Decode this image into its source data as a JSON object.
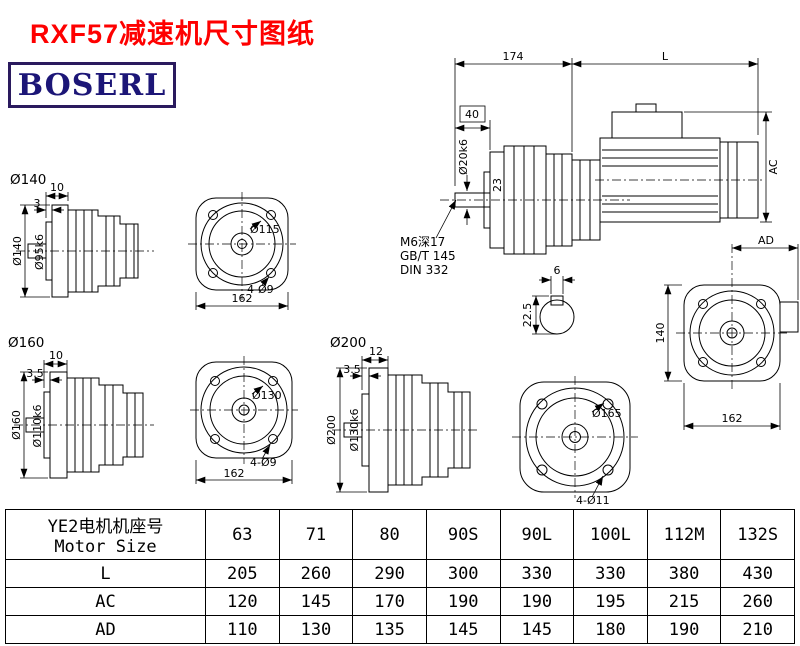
{
  "page": {
    "title": "RXF57减速机尺寸图纸",
    "logo_text": "BOSERL",
    "title_color": "#fe0000",
    "logo_color": "#1c1677"
  },
  "flange140": {
    "label": "Ø140",
    "flange_thickness": "10",
    "step": "3",
    "flange_dia": "Ø140",
    "spigot_dia": "Ø95k6",
    "bolt_circle_dia": "Ø115",
    "bolt_holes": "4-Ø9",
    "square_width": "162"
  },
  "flange160": {
    "label": "Ø160",
    "flange_thickness": "10",
    "step": "3.5",
    "flange_dia": "Ø160",
    "spigot_dia": "Ø110k6",
    "bolt_circle_dia": "Ø130",
    "bolt_holes": "4-Ø9",
    "square_width": "162"
  },
  "flange200": {
    "label": "Ø200",
    "flange_thickness": "12",
    "step": "3.5",
    "flange_dia": "Ø200",
    "spigot_dia": "Ø130k6",
    "bolt_circle_dia": "Ø165",
    "bolt_holes": "4-Ø11"
  },
  "main_view": {
    "motor_section": "174",
    "length": "L",
    "shaft_length": "40",
    "shaft_dia": "Ø20k6",
    "shoulder": "23",
    "motor_dia": "AC",
    "tap_line1": "M6深17",
    "tap_line2": "GB/T 145",
    "tap_line3": "DIN 332",
    "key_width": "6",
    "key_height": "22.5",
    "box_width": "AD",
    "body_height": "140",
    "body_width": "162"
  },
  "table": {
    "header_cn": "YE2电机机座号",
    "header_en": "Motor Size",
    "sizes": [
      "63",
      "71",
      "80",
      "90S",
      "90L",
      "100L",
      "112M",
      "132S"
    ],
    "rows": [
      {
        "label": "L",
        "values": [
          "205",
          "260",
          "290",
          "300",
          "330",
          "330",
          "380",
          "430"
        ]
      },
      {
        "label": "AC",
        "values": [
          "120",
          "145",
          "170",
          "190",
          "190",
          "195",
          "215",
          "260"
        ]
      },
      {
        "label": "AD",
        "values": [
          "110",
          "130",
          "135",
          "145",
          "145",
          "180",
          "190",
          "210"
        ]
      }
    ]
  }
}
